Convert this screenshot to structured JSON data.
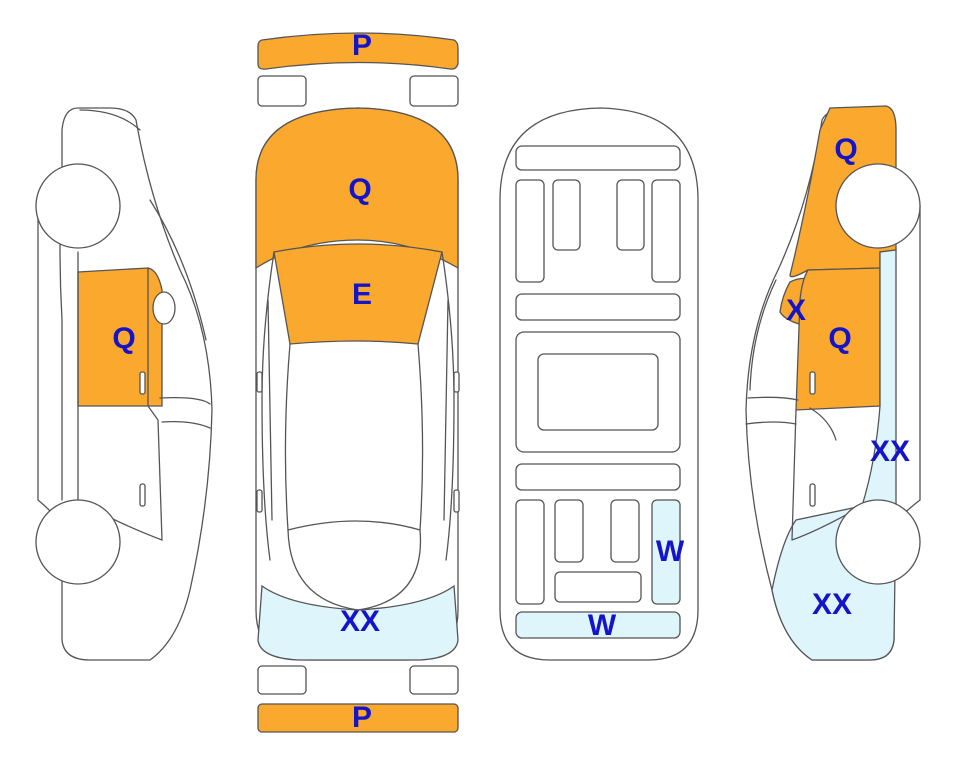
{
  "colors": {
    "orange": "#FBA82E",
    "light_blue": "#DFF5FC",
    "label": "#1414C8",
    "outline": "#555555"
  },
  "labels": {
    "front_bumper": "P",
    "rear_bumper": "P",
    "hood": "Q",
    "windshield": "E",
    "rear_glass": "XX",
    "left_door": "Q",
    "right_fender": "Q",
    "right_pillar": "X",
    "right_door": "Q",
    "right_rear_glass": "XX",
    "right_quarter": "XX",
    "floor_right_panel": "W",
    "floor_rear_panel": "W"
  }
}
